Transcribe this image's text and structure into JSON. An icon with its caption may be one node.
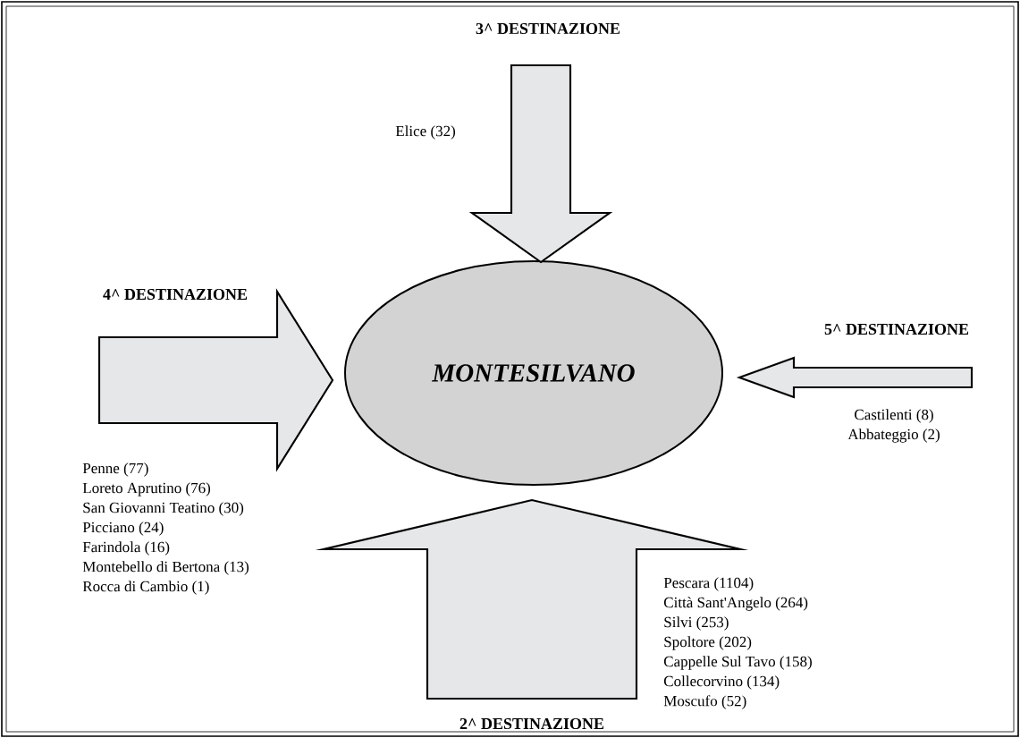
{
  "diagram": {
    "nodes": [
      {
        "text": [
          "3^ DESTINAZIONE"
        ]
      },
      {
        "text": [
          "4^ DESTINAZIONE"
        ],
        "beside": [
          "Penne (77)",
          "Loreto Aprutino (76)",
          "San Giovanni Teatino (30)",
          "Picciano (24)",
          "Farindola (16)",
          "Montebello di Bertona (13)",
          "Rocca di Cambio (1)"
        ]
      },
      {
        "text": [
          "5^ DESTINAZIONE"
        ],
        "beside": [
          "Castilenti (8)",
          "Abbateggio (2)"
        ]
      },
      {
        "text": [
          "MONTESILVANO"
        ]
      },
      {
        "text": [
          "2^ DESTINAZIONE"
        ],
        "beside": [
          "Pescara (1104)",
          "Città Sant'Angelo (264)",
          "Silvi (253)",
          "Spoltore (202)",
          "Cappelle Sul Tavo (158)",
          "Collecorvino (134)",
          "Moscufo (52)"
        ]
      }
    ],
    "edges": [
      {
        "from": 0,
        "to": 3,
        "arrow": "to",
        "style": "thick"
      },
      {
        "from": 1,
        "to": 3,
        "arrow": "to",
        "style": "thick"
      },
      {
        "from": 2,
        "to": 3,
        "arrow": "to",
        "style": "thick"
      },
      {
        "from": 4,
        "to": 3,
        "arrow": "to",
        "style": "thick"
      }
    ],
    "labels": [
      "Elice (32)"
    ]
  }
}
